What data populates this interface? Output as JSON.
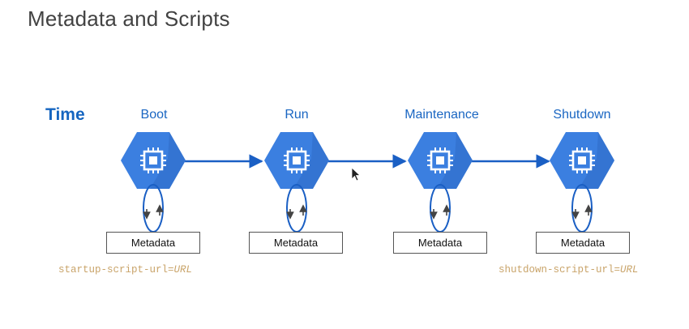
{
  "title": "Metadata and Scripts",
  "time_label": "Time",
  "stages": [
    {
      "label": "Boot",
      "metadata_label": "Metadata"
    },
    {
      "label": "Run",
      "metadata_label": "Metadata"
    },
    {
      "label": "Maintenance",
      "metadata_label": "Metadata"
    },
    {
      "label": "Shutdown",
      "metadata_label": "Metadata"
    }
  ],
  "startup_script": {
    "key": "startup-script-url=",
    "value": "URL"
  },
  "shutdown_script": {
    "key": "shutdown-script-url=",
    "value": "URL"
  },
  "colors": {
    "hexagon": "#3b7fe0",
    "hexagon_shadow": "#2f6cc7",
    "arrow": "#1a5fc4",
    "loop": "#1a5fc4",
    "title": "#424242",
    "script_text": "#c9a46a"
  },
  "icons": {
    "stage_icon": "compute-engine-chip-icon",
    "cursor": "mouse-pointer-icon"
  }
}
